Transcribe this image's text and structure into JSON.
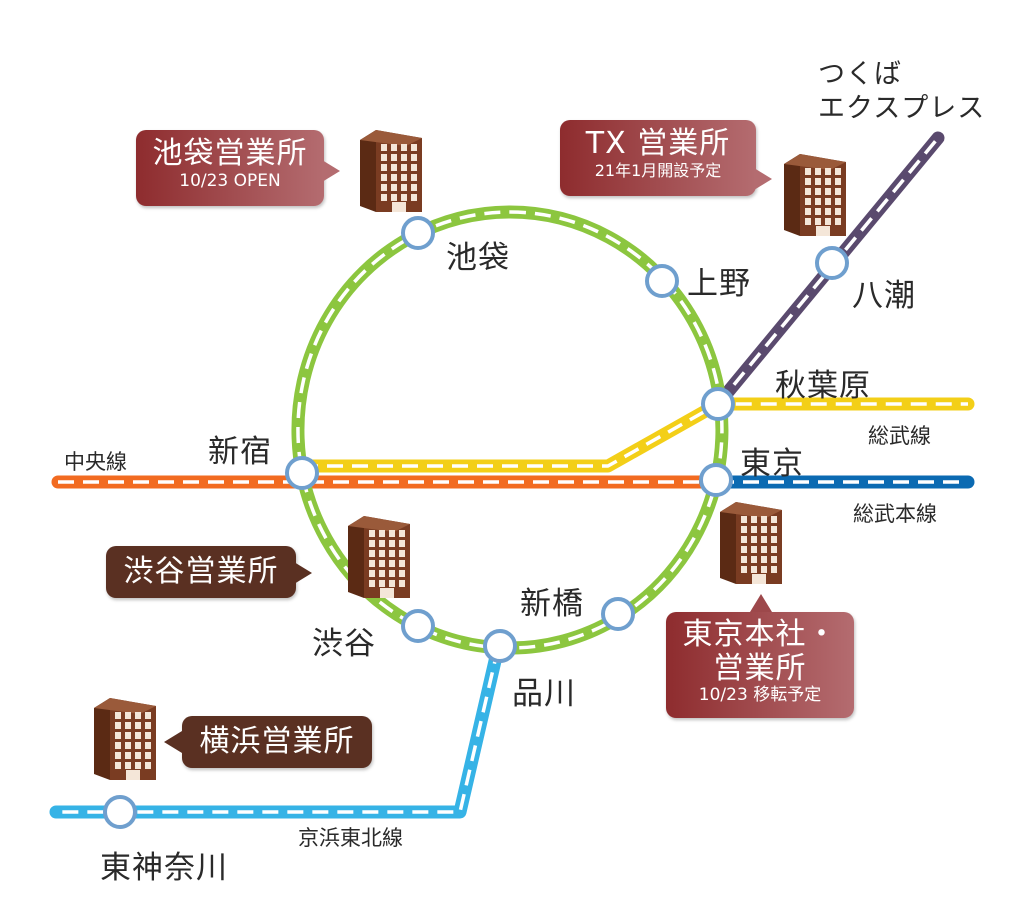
{
  "colors": {
    "yamanote": "#8cc63f",
    "chuo": "#f26b21",
    "sobu": "#f3cf18",
    "sobu_rapid": "#0b6ab2",
    "tx": "#5a4a6e",
    "keihin_tohoku": "#36b3e6",
    "station_ring": "#6f9fce",
    "office_red": "#8e2c2e",
    "office_brown": "#5a3022",
    "building": "#7a3c22"
  },
  "lines": {
    "chuo": "中央線",
    "sobu": "総武線",
    "sobu_rapid": "総武本線",
    "tx": "つくば\nエクスプレス",
    "keihin_tohoku": "京浜東北線"
  },
  "stations": {
    "ikebukuro": "池袋",
    "ueno": "上野",
    "yashio": "八潮",
    "akihabara": "秋葉原",
    "shinjuku": "新宿",
    "tokyo": "東京",
    "shinbashi": "新橋",
    "shibuya": "渋谷",
    "shinagawa": "品川",
    "higashikanagawa": "東神奈川"
  },
  "offices": {
    "ikebukuro": {
      "title": "池袋営業所",
      "note": "10/23 OPEN"
    },
    "tx": {
      "title": "TX 営業所",
      "note": "21年1月開設予定"
    },
    "shibuya": {
      "title": "渋谷営業所"
    },
    "tokyo": {
      "title": "東京本社・\n営業所",
      "note": "10/23 移転予定"
    },
    "yokohama": {
      "title": "横浜営業所"
    }
  }
}
